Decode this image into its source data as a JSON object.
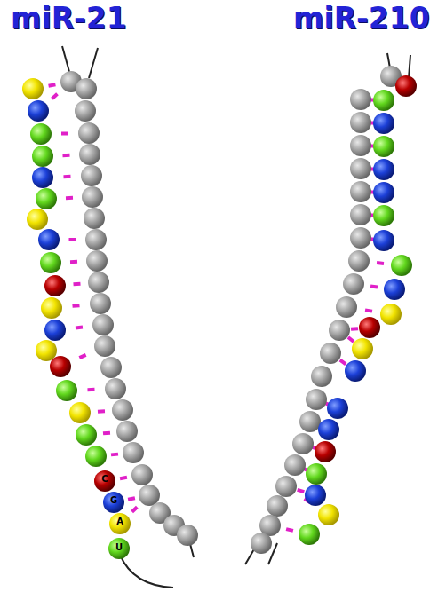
{
  "diagram": {
    "labels": [
      "miR-21",
      "miR-210",
      "C",
      "G",
      "A",
      "U"
    ]
  }
}
